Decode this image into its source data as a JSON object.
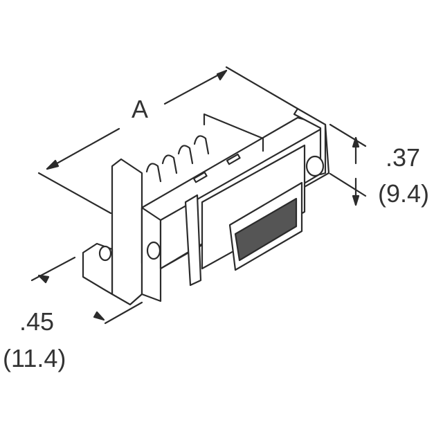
{
  "diagram": {
    "subject": "Connector with mounting flanges, isometric view",
    "line_color": "#2b2b2b",
    "background": "#ffffff",
    "dimensions": {
      "length": {
        "label": "A"
      },
      "height": {
        "inch": ".37",
        "mm": "(9.4)"
      },
      "depth": {
        "inch": ".45",
        "mm": "(11.4)"
      }
    }
  }
}
